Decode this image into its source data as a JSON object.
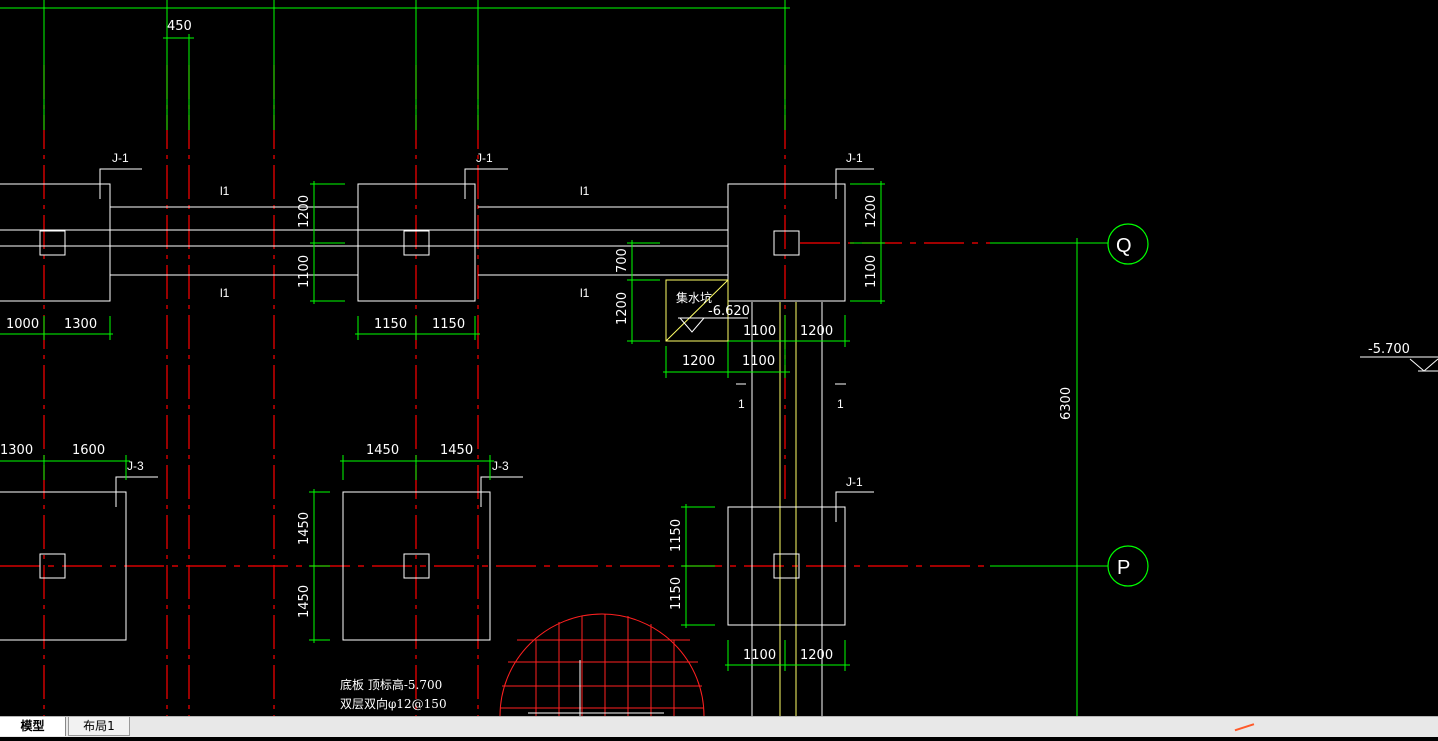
{
  "drawing": {
    "dims": {
      "top_450": "450",
      "j1_left_w1": "1000",
      "j1_left_w2": "1300",
      "j1_mid_w1": "1150",
      "j1_mid_w2": "1150",
      "j1_mid_h1": "1200",
      "j1_mid_h2": "1100",
      "j1_right_h1": "1200",
      "j1_right_h2": "1100",
      "j1_right_w1": "1100",
      "j1_right_w2": "1200",
      "pit_h1": "700",
      "pit_h2": "1200",
      "pit_w1": "1200",
      "pit_w2": "1100",
      "j3_left_w1": "1300",
      "j3_left_w2": "1600",
      "j3_mid_w1": "1450",
      "j3_mid_w2": "1450",
      "j3_mid_h1": "1450",
      "j3_mid_h2": "1450",
      "j1_low_h1": "1150",
      "j1_low_h2": "1150",
      "j1_low_w1": "1100",
      "j1_low_w2": "1200",
      "axis_span": "6300"
    },
    "labels": {
      "j1": "J-1",
      "j3": "J-3",
      "beam": "l1",
      "section_mark": "1",
      "pit_name": "集水坑",
      "pit_level": "-6.620",
      "right_level": "-5.700",
      "slab_note_1": "底板  顶标高-5.700",
      "slab_note_2": "双层双向φ12@150"
    },
    "axes": {
      "q": "Q",
      "p": "P"
    },
    "colors": {
      "background": "#000000",
      "white": "#ffffff",
      "green": "#00ff00",
      "red": "#ff0000",
      "yellow": "#ffff66"
    }
  },
  "tabs": {
    "model": "模型",
    "layout1": "布局1"
  }
}
